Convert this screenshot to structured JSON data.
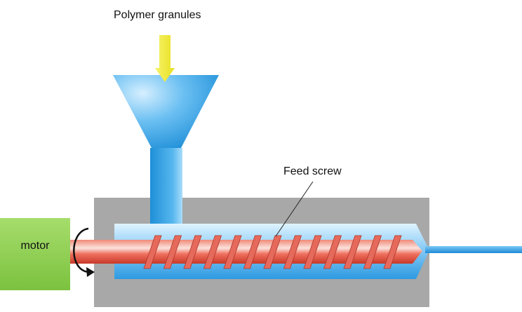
{
  "labels": {
    "granules": "Polymer granules",
    "feed_screw": "Feed screw",
    "motor": "motor"
  },
  "colors": {
    "arrow_yellow": "#f4f040",
    "hopper_blue": "#3aa8e6",
    "barrel_gray": "#a8a8a8",
    "chamber_light_blue": "#b9e3fb",
    "screw_red": "#e8503f",
    "flight_red": "#e56a5c",
    "motor_green": "#8fd14f",
    "outlet_blue": "#2f9be0"
  },
  "screw": {
    "flight_count": 13
  }
}
